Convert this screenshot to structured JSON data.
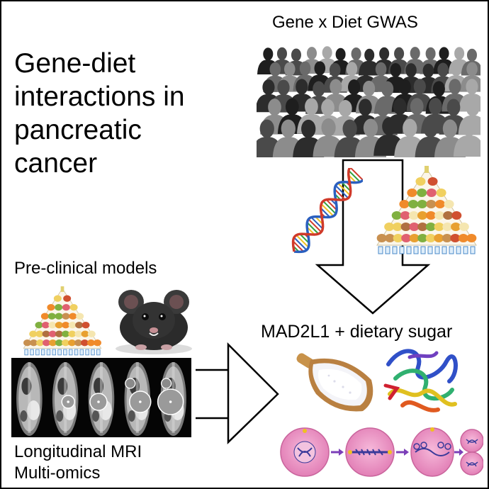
{
  "title_lines": [
    "Gene-diet",
    "interactions in",
    "pancreatic",
    "cancer"
  ],
  "labels": {
    "gwas": "Gene x Diet GWAS",
    "preclinical": "Pre-clinical models",
    "result": "MAD2L1 + dietary sugar",
    "mri": "Longitudinal MRI",
    "omics": "Multi-omics"
  },
  "icons": {
    "crowd": "crowd-silhouettes-icon",
    "dna": "dna-helix-icon",
    "pyramid": "food-pyramid-icon",
    "mouse": "mouse-icon",
    "mri": "mri-scan-icon",
    "sugar": "sugar-scoop-icon",
    "protein": "protein-structure-icon",
    "mitosis": "cell-division-icon"
  },
  "colors": {
    "crowd_dark": "#1e1e1e",
    "crowd_mid": "#6a6a6a",
    "crowd_light": "#a8a8a8",
    "cell_pink": "#e98bc0",
    "cell_arrow": "#7b3fb8",
    "chromosome": "#3a3a9a"
  }
}
